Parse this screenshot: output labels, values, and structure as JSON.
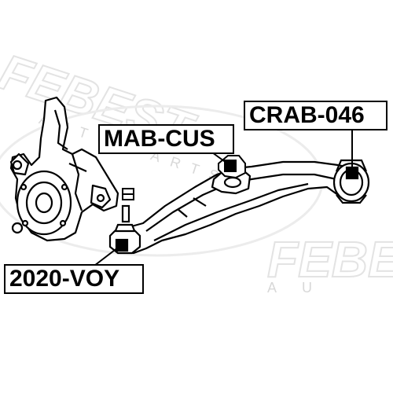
{
  "diagram": {
    "colors": {
      "line": "#000000",
      "background": "#ffffff",
      "watermark": "#e0e0e0"
    },
    "watermark": {
      "brand": "FEBEST",
      "tagline": "AUTO PARTS"
    },
    "callouts": [
      {
        "id": "mab",
        "label": "MAB-CUS"
      },
      {
        "id": "crab",
        "label": "CRAB-046"
      },
      {
        "id": "voy",
        "label": "2020-VOY"
      }
    ]
  }
}
